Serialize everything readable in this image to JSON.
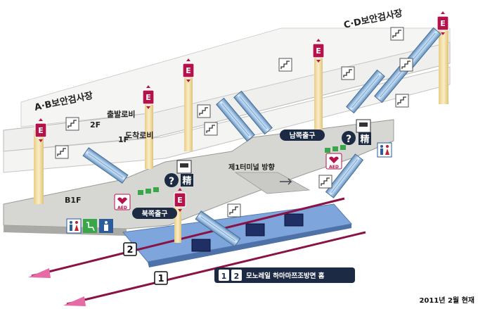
{
  "labels": {
    "ab_security": "A·B보안검사장",
    "cd_security": "C·D보안검사장",
    "departure_lobby": "출발로비",
    "arrival_lobby": "도착로비",
    "floor_2f": "2F",
    "floor_1f": "1F",
    "floor_b1f": "B1F",
    "terminal1_direction": "제1터미널 방향",
    "south_exit": "남쪽출구",
    "north_exit": "북쪽출구",
    "monorail_platform": "모노레일 하마마쯔조방면 홈",
    "track_1": "1",
    "track_2": "2",
    "date_note": "2011년 2월 현재"
  },
  "icons": {
    "elevator": "E",
    "info": "?",
    "fare_adjust": "精",
    "aed": "AED"
  },
  "colors": {
    "floor_fill": "#dcdcd8",
    "column": "#f2dca3",
    "elevator": "#b5124c",
    "rail": "#8a1346",
    "platform": "#7fa6dc",
    "exit_label_bg": "#1c2a44",
    "escalator": "#9cc3e8"
  }
}
